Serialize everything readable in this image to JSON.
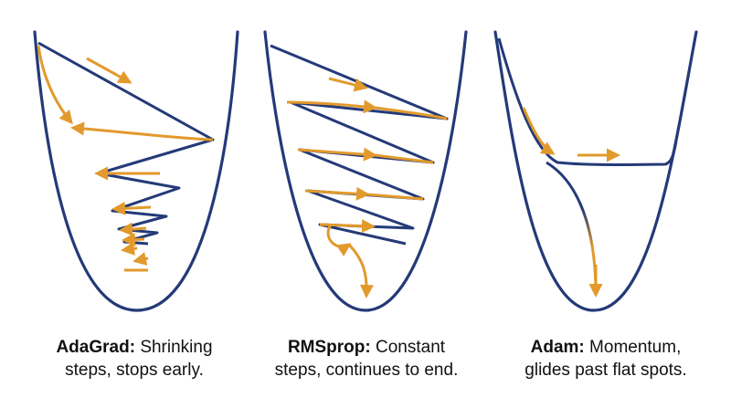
{
  "colors": {
    "bowl": "#243a78",
    "path": "#e29a2c",
    "text": "#111111"
  },
  "panels": [
    {
      "id": "adagrad",
      "name": "AdaGrad:",
      "caption_line1": "Shrinking",
      "caption_line2": "steps, stops early."
    },
    {
      "id": "rmsprop",
      "name": "RMSprop:",
      "caption_line1": "Constant",
      "caption_line2": "steps, continues to end."
    },
    {
      "id": "adam",
      "name": "Adam:",
      "caption_line1": "Momentum,",
      "caption_line2": "glides past flat spots."
    }
  ]
}
